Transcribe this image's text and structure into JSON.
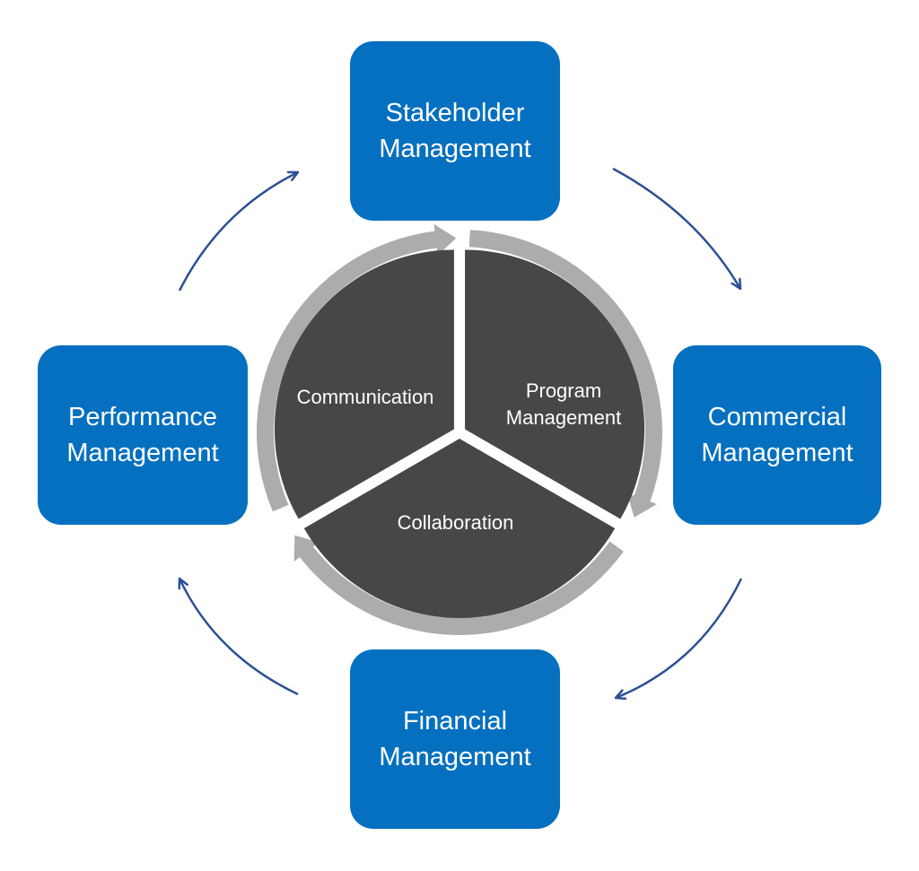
{
  "colors": {
    "box": "#0570c0",
    "segment": "#474747",
    "ring": "#acacac",
    "connector_arrow": "#2d4f94"
  },
  "boxes": {
    "top": "Stakeholder\nManagement",
    "right": "Commercial\nManagement",
    "bottom": "Financial\nManagement",
    "left": "Performance\nManagement"
  },
  "center": {
    "communication": "Communication",
    "program": "Program\nManagement",
    "collaboration": "Collaboration"
  }
}
